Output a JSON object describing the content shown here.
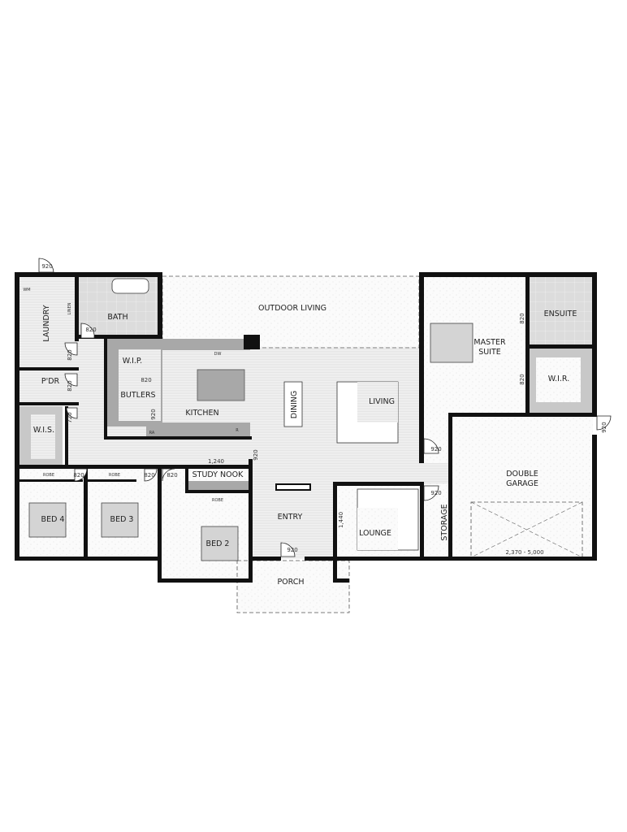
{
  "rooms": {
    "laundry": "LAUNDRY",
    "linen": "LINEN",
    "bath": "BATH",
    "outdoor_living": "OUTDOOR LIVING",
    "wip": "W.I.P.",
    "butlers": "BUTLERS",
    "kitchen": "KITCHEN",
    "pdr": "P'DR",
    "wis": "W.I.S.",
    "dining": "DINING",
    "living": "LIVING",
    "master_suite_1": "MASTER",
    "master_suite_2": "SUITE",
    "ensuite": "ENSUITE",
    "wir": "W.I.R.",
    "double_garage_1": "DOUBLE",
    "double_garage_2": "GARAGE",
    "storage": "STORAGE",
    "lounge": "LOUNGE",
    "entry": "ENTRY",
    "porch": "PORCH",
    "study_nook": "STUDY NOOK",
    "bed2": "BED 2",
    "bed3": "BED 3",
    "bed4": "BED 4",
    "robe": "ROBE"
  },
  "fixtures": {
    "dw": "DW",
    "ra": "RA",
    "r": "R",
    "wm": "WM"
  },
  "dimensions": {
    "laundry_ext_door": "920",
    "bath_door": "820",
    "laundry_door": "820",
    "pdr_door": "820",
    "wis_door": "720",
    "wip_door": "820",
    "butlers_door": "920",
    "study_opening": "1,240",
    "hall_door": "920",
    "bed4_door": "820",
    "bed3_door": "820",
    "bed2_door": "820",
    "entry_door": "920",
    "lounge_opening": "1,440",
    "master_door": "920",
    "storage_door": "920",
    "garage_side_door": "920",
    "ensuite_door": "820",
    "wir_door": "820",
    "garage_door_width": "2,370 - 5,000"
  },
  "colors": {
    "wall": "#111111",
    "wet_area": "#d9d9d9",
    "joinery": "#a8a8a8",
    "floor": "#f2f2f2"
  }
}
